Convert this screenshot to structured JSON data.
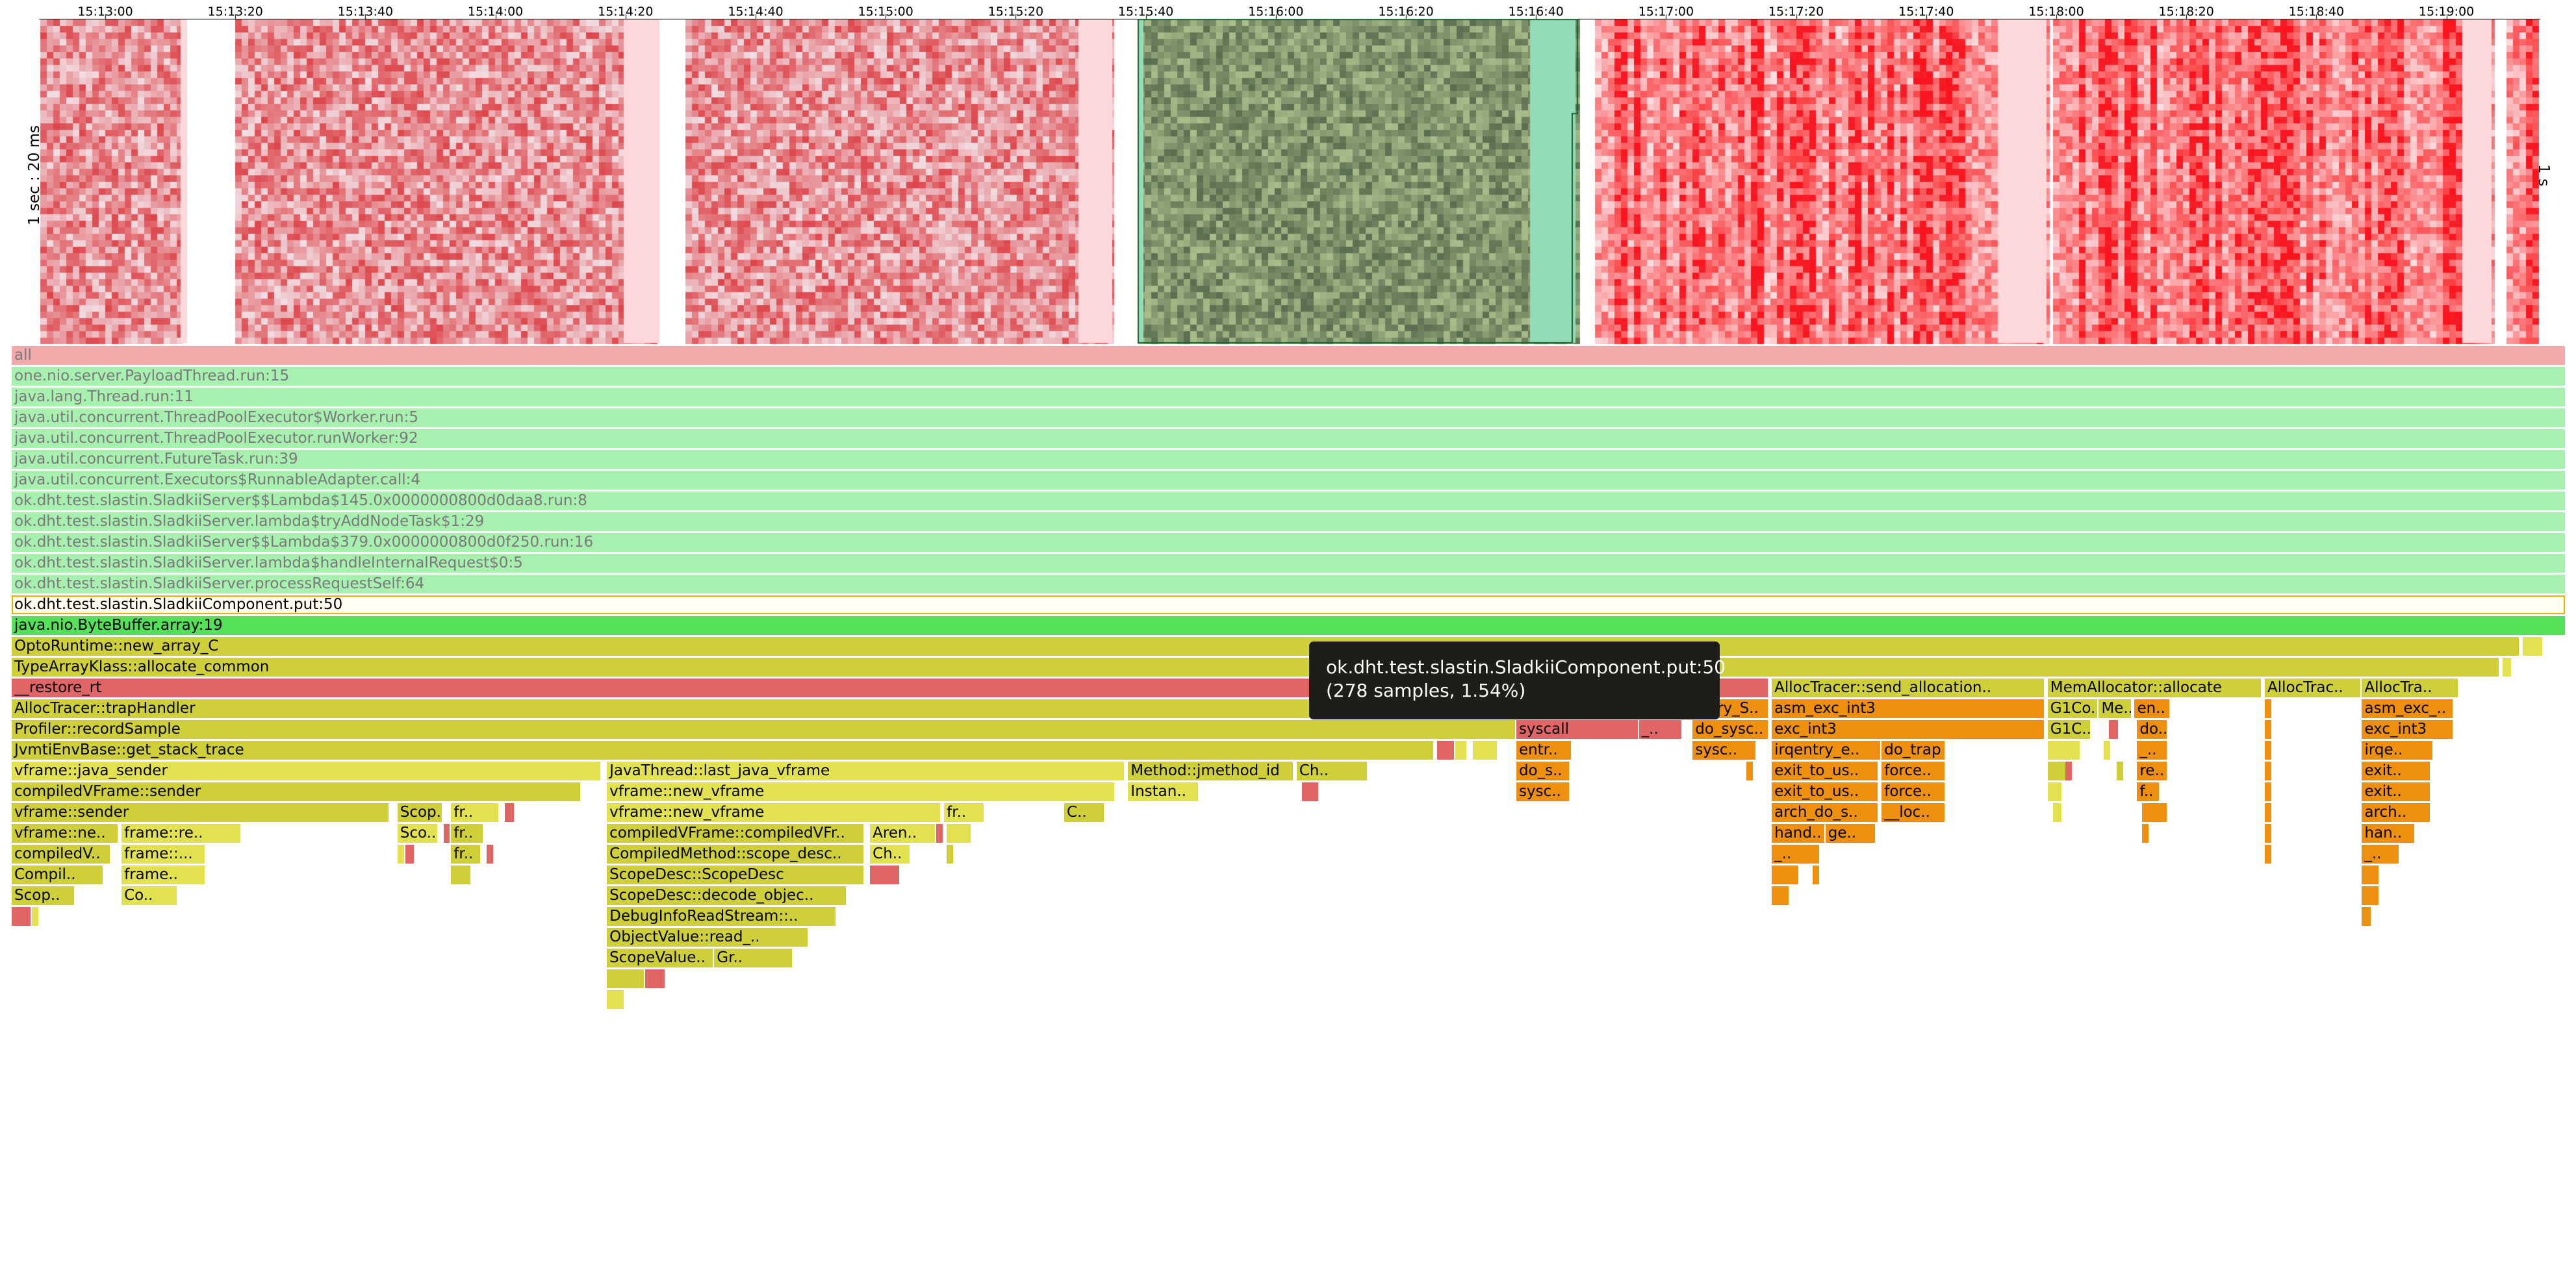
{
  "heatmap": {
    "time_labels": [
      "15:13:00",
      "15:13:20",
      "15:13:40",
      "15:14:00",
      "15:14:20",
      "15:14:40",
      "15:15:00",
      "15:15:20",
      "15:15:40",
      "15:16:00",
      "15:16:20",
      "15:16:40",
      "15:17:00",
      "15:17:20",
      "15:17:40",
      "15:18:00",
      "15:18:20",
      "15:18:40",
      "15:19:00"
    ],
    "y_axis_label": "1 sec : 20 ms",
    "y_axis_right_label": "1 s",
    "colors": {
      "hot": "#e8161e",
      "warm": "#f6a7ab",
      "cold": "#fde3e4",
      "selected_green": "#4aa657",
      "selected_fill": "#93dcb7"
    }
  },
  "tooltip": {
    "title": "ok.dht.test.slastin.SladkiiComponent.put:50",
    "detail": "(278 samples, 1.54%)"
  },
  "flamegraph": {
    "selected_frame": "ok.dht.test.slastin.SladkiiComponent.put:50",
    "colors": {
      "root": "#f2aaaa",
      "java": "#a8f0b0",
      "java_bright": "#55e05a",
      "jvm": "#cfcf3a",
      "jvm_light": "#e2e250",
      "native": "#e06565",
      "kernel": "#ee8f10",
      "selected_bg": "#fffef0"
    },
    "frames": [
      {
        "name": "all",
        "depth": 0,
        "x": 0,
        "w": 100,
        "type": "root",
        "dim": true
      },
      {
        "name": "one.nio.server.PayloadThread.run:15",
        "depth": 1,
        "x": 0,
        "w": 100,
        "type": "java",
        "dim": true
      },
      {
        "name": "java.lang.Thread.run:11",
        "depth": 2,
        "x": 0,
        "w": 100,
        "type": "java",
        "dim": true
      },
      {
        "name": "java.util.concurrent.ThreadPoolExecutor$Worker.run:5",
        "depth": 3,
        "x": 0,
        "w": 100,
        "type": "java",
        "dim": true
      },
      {
        "name": "java.util.concurrent.ThreadPoolExecutor.runWorker:92",
        "depth": 4,
        "x": 0,
        "w": 100,
        "type": "java",
        "dim": true
      },
      {
        "name": "java.util.concurrent.FutureTask.run:39",
        "depth": 5,
        "x": 0,
        "w": 100,
        "type": "java",
        "dim": true
      },
      {
        "name": "java.util.concurrent.Executors$RunnableAdapter.call:4",
        "depth": 6,
        "x": 0,
        "w": 100,
        "type": "java",
        "dim": true
      },
      {
        "name": "ok.dht.test.slastin.SladkiiServer$$Lambda$145.0x0000000800d0daa8.run:8",
        "depth": 7,
        "x": 0,
        "w": 100,
        "type": "java",
        "dim": true
      },
      {
        "name": "ok.dht.test.slastin.SladkiiServer.lambda$tryAddNodeTask$1:29",
        "depth": 8,
        "x": 0,
        "w": 100,
        "type": "java",
        "dim": true
      },
      {
        "name": "ok.dht.test.slastin.SladkiiServer$$Lambda$379.0x0000000800d0f250.run:16",
        "depth": 9,
        "x": 0,
        "w": 100,
        "type": "java",
        "dim": true
      },
      {
        "name": "ok.dht.test.slastin.SladkiiServer.lambda$handleInternalRequest$0:5",
        "depth": 10,
        "x": 0,
        "w": 100,
        "type": "java",
        "dim": true
      },
      {
        "name": "ok.dht.test.slastin.SladkiiServer.processRequestSelf:64",
        "depth": 11,
        "x": 0,
        "w": 100,
        "type": "java",
        "dim": true
      },
      {
        "name": "ok.dht.test.slastin.SladkiiComponent.put:50",
        "depth": 12,
        "x": 0,
        "w": 100,
        "type": "selected"
      },
      {
        "name": "java.nio.ByteBuffer.array:19",
        "depth": 13,
        "x": 0,
        "w": 100,
        "type": "java_bright"
      },
      {
        "name": "OptoRuntime::new_array_C",
        "depth": 14,
        "x": 0,
        "w": 98.2,
        "type": "jvm"
      },
      {
        "name": "",
        "depth": 14,
        "x": 98.3,
        "w": 0.8,
        "type": "jvm_light"
      },
      {
        "name": "TypeArrayKlass::allocate_common",
        "depth": 15,
        "x": 0,
        "w": 97.4,
        "type": "jvm"
      },
      {
        "name": "",
        "depth": 15,
        "x": 97.5,
        "w": 0.4,
        "type": "jvm_light"
      },
      {
        "name": "__restore_rt",
        "depth": 16,
        "x": 0,
        "w": 68.8,
        "type": "native"
      },
      {
        "name": "AllocTracer::send_allocation..",
        "depth": 16,
        "x": 68.9,
        "w": 10.7,
        "type": "jvm"
      },
      {
        "name": "MemAllocator::allocate",
        "depth": 16,
        "x": 79.7,
        "w": 8.4,
        "type": "jvm"
      },
      {
        "name": "AllocTrac..",
        "depth": 16,
        "x": 88.2,
        "w": 3.8,
        "type": "jvm"
      },
      {
        "name": "AllocTra..",
        "depth": 16,
        "x": 92.0,
        "w": 3.8,
        "type": "jvm"
      },
      {
        "name": "AllocTracer::trapHandler",
        "depth": 17,
        "x": 0,
        "w": 65.7,
        "type": "jvm"
      },
      {
        "name": "entry_S..",
        "depth": 17,
        "x": 65.7,
        "w": 3.1,
        "type": "kernel"
      },
      {
        "name": "asm_exc_int3",
        "depth": 17,
        "x": 68.9,
        "w": 10.7,
        "type": "kernel"
      },
      {
        "name": "G1Co..",
        "depth": 17,
        "x": 79.7,
        "w": 2.0,
        "type": "jvm"
      },
      {
        "name": "Me..",
        "depth": 17,
        "x": 81.7,
        "w": 1.3,
        "type": "jvm"
      },
      {
        "name": "en..",
        "depth": 17,
        "x": 83.1,
        "w": 1.4,
        "type": "kernel"
      },
      {
        "name": "",
        "depth": 17,
        "x": 88.2,
        "w": 0.3,
        "type": "kernel"
      },
      {
        "name": "asm_exc_..",
        "depth": 17,
        "x": 92.0,
        "w": 3.6,
        "type": "kernel"
      },
      {
        "name": "Profiler::recordSample",
        "depth": 18,
        "x": 0,
        "w": 58.9,
        "type": "jvm"
      },
      {
        "name": "syscall",
        "depth": 18,
        "x": 58.9,
        "w": 4.8,
        "type": "native"
      },
      {
        "name": "_..",
        "depth": 18,
        "x": 63.7,
        "w": 1.7,
        "type": "native"
      },
      {
        "name": "do_sysc..",
        "depth": 18,
        "x": 65.8,
        "w": 3.0,
        "type": "kernel"
      },
      {
        "name": "exc_int3",
        "depth": 18,
        "x": 68.9,
        "w": 10.7,
        "type": "kernel"
      },
      {
        "name": "G1C..",
        "depth": 18,
        "x": 79.7,
        "w": 1.7,
        "type": "jvm"
      },
      {
        "name": "",
        "depth": 18,
        "x": 82.1,
        "w": 0.4,
        "type": "native"
      },
      {
        "name": "do..",
        "depth": 18,
        "x": 83.2,
        "w": 1.2,
        "type": "kernel"
      },
      {
        "name": "",
        "depth": 18,
        "x": 88.2,
        "w": 0.3,
        "type": "kernel"
      },
      {
        "name": "exc_int3",
        "depth": 18,
        "x": 92.0,
        "w": 3.6,
        "type": "kernel"
      },
      {
        "name": "JvmtiEnvBase::get_stack_trace",
        "depth": 19,
        "x": 0,
        "w": 55.7,
        "type": "jvm"
      },
      {
        "name": "",
        "depth": 19,
        "x": 55.8,
        "w": 0.7,
        "type": "native"
      },
      {
        "name": "",
        "depth": 19,
        "x": 56.5,
        "w": 0.5,
        "type": "jvm_light"
      },
      {
        "name": "",
        "depth": 19,
        "x": 57.2,
        "w": 1.0,
        "type": "jvm_light"
      },
      {
        "name": "entr..",
        "depth": 19,
        "x": 58.9,
        "w": 2.2,
        "type": "kernel"
      },
      {
        "name": "sysc..",
        "depth": 19,
        "x": 65.8,
        "w": 2.5,
        "type": "kernel"
      },
      {
        "name": "irqentry_e..",
        "depth": 19,
        "x": 68.9,
        "w": 4.3,
        "type": "kernel"
      },
      {
        "name": "do_trap",
        "depth": 19,
        "x": 73.2,
        "w": 2.5,
        "type": "kernel"
      },
      {
        "name": "",
        "depth": 19,
        "x": 79.7,
        "w": 1.3,
        "type": "jvm_light"
      },
      {
        "name": "",
        "depth": 19,
        "x": 81.9,
        "w": 0.3,
        "type": "jvm_light"
      },
      {
        "name": "_..",
        "depth": 19,
        "x": 83.2,
        "w": 1.2,
        "type": "kernel"
      },
      {
        "name": "",
        "depth": 19,
        "x": 88.2,
        "w": 0.3,
        "type": "kernel"
      },
      {
        "name": "irqe..",
        "depth": 19,
        "x": 92.0,
        "w": 2.8,
        "type": "kernel"
      },
      {
        "name": "vframe::java_sender",
        "depth": 20,
        "x": 0,
        "w": 23.1,
        "type": "jvm_light"
      },
      {
        "name": "JavaThread::last_java_vframe",
        "depth": 20,
        "x": 23.3,
        "w": 20.3,
        "type": "jvm_light"
      },
      {
        "name": "Method::jmethod_id",
        "depth": 20,
        "x": 43.7,
        "w": 6.5,
        "type": "jvm"
      },
      {
        "name": "Ch..",
        "depth": 20,
        "x": 50.3,
        "w": 2.8,
        "type": "jvm"
      },
      {
        "name": "do_s..",
        "depth": 20,
        "x": 58.9,
        "w": 2.1,
        "type": "kernel"
      },
      {
        "name": "",
        "depth": 20,
        "x": 67.9,
        "w": 0.3,
        "type": "kernel"
      },
      {
        "name": "exit_to_us..",
        "depth": 20,
        "x": 68.9,
        "w": 4.2,
        "type": "kernel"
      },
      {
        "name": "force..",
        "depth": 20,
        "x": 73.2,
        "w": 2.5,
        "type": "kernel"
      },
      {
        "name": "",
        "depth": 20,
        "x": 79.7,
        "w": 0.8,
        "type": "jvm"
      },
      {
        "name": "",
        "depth": 20,
        "x": 80.4,
        "w": 0.3,
        "type": "native"
      },
      {
        "name": "",
        "depth": 20,
        "x": 82.4,
        "w": 0.3,
        "type": "jvm"
      },
      {
        "name": "re..",
        "depth": 20,
        "x": 83.2,
        "w": 1.2,
        "type": "kernel"
      },
      {
        "name": "",
        "depth": 20,
        "x": 88.2,
        "w": 0.3,
        "type": "kernel"
      },
      {
        "name": "exit..",
        "depth": 20,
        "x": 92.0,
        "w": 2.7,
        "type": "kernel"
      },
      {
        "name": "compiledVFrame::sender",
        "depth": 21,
        "x": 0,
        "w": 22.3,
        "type": "jvm"
      },
      {
        "name": "vframe::new_vframe",
        "depth": 21,
        "x": 23.3,
        "w": 19.9,
        "type": "jvm_light"
      },
      {
        "name": "Instan..",
        "depth": 21,
        "x": 43.7,
        "w": 2.8,
        "type": "jvm_light"
      },
      {
        "name": "",
        "depth": 21,
        "x": 50.5,
        "w": 0.7,
        "type": "native"
      },
      {
        "name": "sysc..",
        "depth": 21,
        "x": 58.9,
        "w": 2.1,
        "type": "kernel"
      },
      {
        "name": "exit_to_us..",
        "depth": 21,
        "x": 68.9,
        "w": 4.2,
        "type": "kernel"
      },
      {
        "name": "force..",
        "depth": 21,
        "x": 73.2,
        "w": 2.5,
        "type": "kernel"
      },
      {
        "name": "",
        "depth": 21,
        "x": 79.7,
        "w": 0.6,
        "type": "jvm_light"
      },
      {
        "name": "f..",
        "depth": 21,
        "x": 83.2,
        "w": 0.9,
        "type": "kernel"
      },
      {
        "name": "",
        "depth": 21,
        "x": 88.2,
        "w": 0.3,
        "type": "kernel"
      },
      {
        "name": "exit..",
        "depth": 21,
        "x": 92.0,
        "w": 2.7,
        "type": "kernel"
      },
      {
        "name": "vframe::sender",
        "depth": 22,
        "x": 0,
        "w": 14.8,
        "type": "jvm"
      },
      {
        "name": "Scop..",
        "depth": 22,
        "x": 15.1,
        "w": 1.8,
        "type": "jvm"
      },
      {
        "name": "fr..",
        "depth": 22,
        "x": 17.2,
        "w": 1.9,
        "type": "jvm_light"
      },
      {
        "name": "",
        "depth": 22,
        "x": 19.3,
        "w": 0.4,
        "type": "native"
      },
      {
        "name": "vframe::new_vframe",
        "depth": 22,
        "x": 23.3,
        "w": 13.1,
        "type": "jvm_light"
      },
      {
        "name": "fr..",
        "depth": 22,
        "x": 36.5,
        "w": 1.6,
        "type": "jvm_light"
      },
      {
        "name": "C..",
        "depth": 22,
        "x": 41.2,
        "w": 1.6,
        "type": "jvm"
      },
      {
        "name": "arch_do_s..",
        "depth": 22,
        "x": 68.9,
        "w": 4.2,
        "type": "kernel"
      },
      {
        "name": "__loc..",
        "depth": 22,
        "x": 73.2,
        "w": 2.5,
        "type": "kernel"
      },
      {
        "name": "",
        "depth": 22,
        "x": 79.9,
        "w": 0.4,
        "type": "jvm_light"
      },
      {
        "name": "",
        "depth": 22,
        "x": 83.4,
        "w": 1.0,
        "type": "kernel"
      },
      {
        "name": "",
        "depth": 22,
        "x": 88.2,
        "w": 0.3,
        "type": "kernel"
      },
      {
        "name": "arch..",
        "depth": 22,
        "x": 92.0,
        "w": 2.7,
        "type": "kernel"
      },
      {
        "name": "vframe::ne..",
        "depth": 23,
        "x": 0,
        "w": 4.2,
        "type": "jvm"
      },
      {
        "name": "frame::re..",
        "depth": 23,
        "x": 4.3,
        "w": 4.7,
        "type": "jvm_light"
      },
      {
        "name": "Sco..",
        "depth": 23,
        "x": 15.1,
        "w": 1.6,
        "type": "jvm_light"
      },
      {
        "name": "",
        "depth": 23,
        "x": 16.9,
        "w": 0.3,
        "type": "native"
      },
      {
        "name": "fr..",
        "depth": 23,
        "x": 17.2,
        "w": 1.3,
        "type": "jvm"
      },
      {
        "name": "compiledVFrame::compiledVFr..",
        "depth": 23,
        "x": 23.3,
        "w": 10.1,
        "type": "jvm"
      },
      {
        "name": "Aren..",
        "depth": 23,
        "x": 33.6,
        "w": 2.6,
        "type": "jvm_light"
      },
      {
        "name": "",
        "depth": 23,
        "x": 36.2,
        "w": 0.3,
        "type": "native"
      },
      {
        "name": "",
        "depth": 23,
        "x": 36.6,
        "w": 1.0,
        "type": "jvm_light"
      },
      {
        "name": "hand..",
        "depth": 23,
        "x": 68.9,
        "w": 2.1,
        "type": "kernel"
      },
      {
        "name": "ge..",
        "depth": 23,
        "x": 71.0,
        "w": 2.0,
        "type": "kernel"
      },
      {
        "name": "",
        "depth": 23,
        "x": 83.4,
        "w": 0.3,
        "type": "kernel"
      },
      {
        "name": "",
        "depth": 23,
        "x": 88.2,
        "w": 0.3,
        "type": "kernel"
      },
      {
        "name": "han..",
        "depth": 23,
        "x": 92.0,
        "w": 2.1,
        "type": "kernel"
      },
      {
        "name": "compiledV..",
        "depth": 24,
        "x": 0,
        "w": 3.9,
        "type": "jvm"
      },
      {
        "name": "frame::...",
        "depth": 24,
        "x": 4.3,
        "w": 3.3,
        "type": "jvm_light"
      },
      {
        "name": "",
        "depth": 24,
        "x": 15.1,
        "w": 0.3,
        "type": "jvm_light"
      },
      {
        "name": "",
        "depth": 24,
        "x": 15.4,
        "w": 0.4,
        "type": "native"
      },
      {
        "name": "fr..",
        "depth": 24,
        "x": 17.2,
        "w": 1.2,
        "type": "jvm"
      },
      {
        "name": "",
        "depth": 24,
        "x": 18.6,
        "w": 0.3,
        "type": "native"
      },
      {
        "name": "CompiledMethod::scope_desc..",
        "depth": 24,
        "x": 23.3,
        "w": 10.1,
        "type": "jvm"
      },
      {
        "name": "Ch..",
        "depth": 24,
        "x": 33.6,
        "w": 1.6,
        "type": "jvm_light"
      },
      {
        "name": "",
        "depth": 24,
        "x": 36.6,
        "w": 0.3,
        "type": "jvm"
      },
      {
        "name": "_..",
        "depth": 24,
        "x": 68.9,
        "w": 1.9,
        "type": "kernel"
      },
      {
        "name": "",
        "depth": 24,
        "x": 88.2,
        "w": 0.3,
        "type": "kernel"
      },
      {
        "name": "_..",
        "depth": 24,
        "x": 92.0,
        "w": 1.5,
        "type": "kernel"
      },
      {
        "name": "Compil..",
        "depth": 25,
        "x": 0,
        "w": 3.6,
        "type": "jvm"
      },
      {
        "name": "frame..",
        "depth": 25,
        "x": 4.3,
        "w": 3.3,
        "type": "jvm_light"
      },
      {
        "name": "",
        "depth": 25,
        "x": 17.2,
        "w": 0.8,
        "type": "jvm"
      },
      {
        "name": "ScopeDesc::ScopeDesc",
        "depth": 25,
        "x": 23.3,
        "w": 10.1,
        "type": "jvm"
      },
      {
        "name": "",
        "depth": 25,
        "x": 33.6,
        "w": 1.2,
        "type": "native"
      },
      {
        "name": "",
        "depth": 25,
        "x": 68.9,
        "w": 1.1,
        "type": "kernel"
      },
      {
        "name": "",
        "depth": 25,
        "x": 70.5,
        "w": 0.3,
        "type": "kernel"
      },
      {
        "name": "",
        "depth": 25,
        "x": 92.0,
        "w": 0.7,
        "type": "kernel"
      },
      {
        "name": "Scop..",
        "depth": 26,
        "x": 0,
        "w": 2.5,
        "type": "jvm"
      },
      {
        "name": "Co..",
        "depth": 26,
        "x": 4.3,
        "w": 2.2,
        "type": "jvm_light"
      },
      {
        "name": "ScopeDesc::decode_objec..",
        "depth": 26,
        "x": 23.3,
        "w": 9.4,
        "type": "jvm"
      },
      {
        "name": "",
        "depth": 26,
        "x": 68.9,
        "w": 0.7,
        "type": "kernel"
      },
      {
        "name": "",
        "depth": 26,
        "x": 92.0,
        "w": 0.7,
        "type": "kernel"
      },
      {
        "name": "",
        "depth": 27,
        "x": 0,
        "w": 0.8,
        "type": "native"
      },
      {
        "name": "",
        "depth": 27,
        "x": 0.8,
        "w": 0.3,
        "type": "jvm_light"
      },
      {
        "name": "DebugInfoReadStream::..",
        "depth": 27,
        "x": 23.3,
        "w": 9.0,
        "type": "jvm"
      },
      {
        "name": "",
        "depth": 27,
        "x": 92.0,
        "w": 0.4,
        "type": "kernel"
      },
      {
        "name": "ObjectValue::read_..",
        "depth": 28,
        "x": 23.3,
        "w": 7.9,
        "type": "jvm"
      },
      {
        "name": "ScopeValue..",
        "depth": 29,
        "x": 23.3,
        "w": 4.2,
        "type": "jvm"
      },
      {
        "name": "Gr..",
        "depth": 29,
        "x": 27.5,
        "w": 3.1,
        "type": "jvm"
      },
      {
        "name": "",
        "depth": 30,
        "x": 23.3,
        "w": 1.5,
        "type": "jvm"
      },
      {
        "name": "",
        "depth": 30,
        "x": 24.8,
        "w": 0.8,
        "type": "native"
      },
      {
        "name": "",
        "depth": 31,
        "x": 23.3,
        "w": 0.7,
        "type": "jvm_light"
      }
    ]
  }
}
